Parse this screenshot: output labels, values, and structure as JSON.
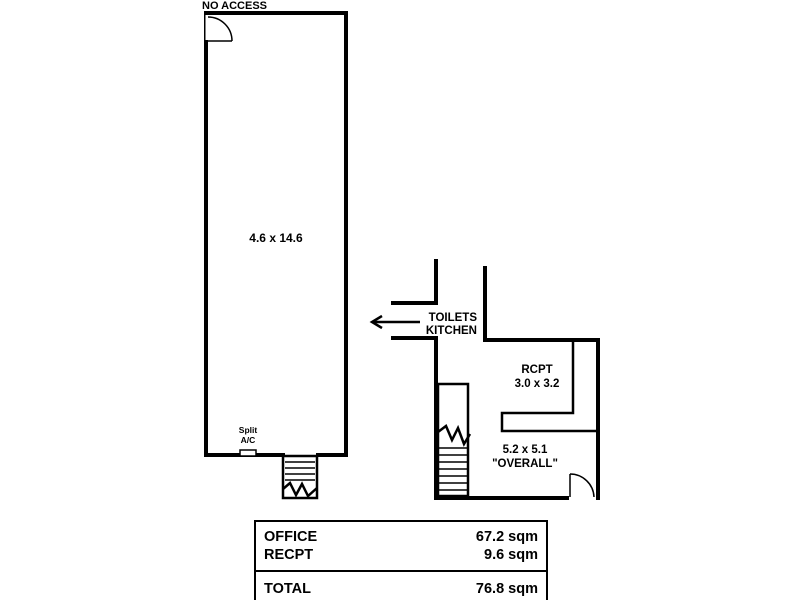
{
  "labels": {
    "no_access": "NO ACCESS",
    "office_dims": "4.6 x 14.6",
    "split_line1": "Split",
    "split_line2": "A/C",
    "toilets": "TOILETS",
    "kitchen": "KITCHEN",
    "rcpt": "RCPT",
    "rcpt_dims": "3.0 x 3.2",
    "overall_dims": "5.2 x 5.1",
    "overall": "\"OVERALL\""
  },
  "areas": {
    "rows": [
      {
        "name": "OFFICE",
        "value": "67.2 sqm"
      },
      {
        "name": "RECPT",
        "value": "9.6 sqm"
      }
    ],
    "total": {
      "name": "TOTAL",
      "value": "76.8 sqm"
    }
  }
}
